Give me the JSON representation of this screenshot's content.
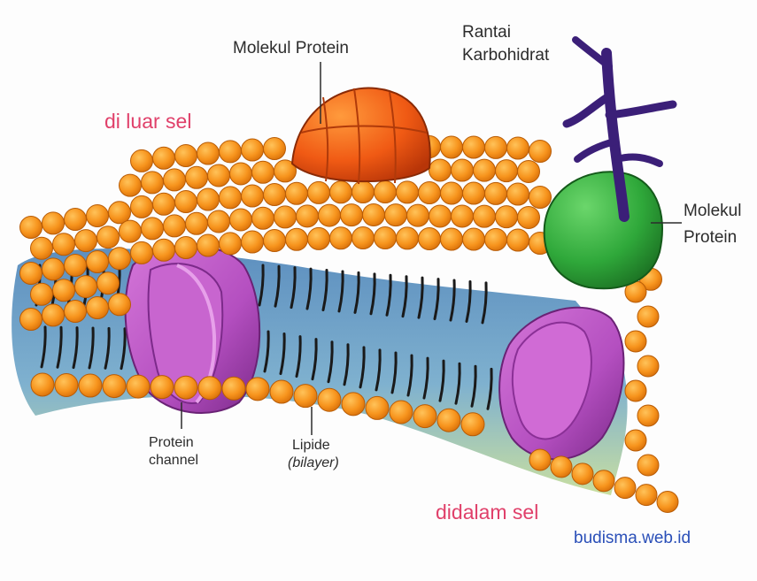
{
  "labels": {
    "molekul_protein_top": "Molekul Protein",
    "rantai_karbohidrat_line1": "Rantai",
    "rantai_karbohidrat_line2": "Karbohidrat",
    "molekul_protein_right_line1": "Molekul",
    "molekul_protein_right_line2": "Protein",
    "di_luar_sel": "di luar sel",
    "protein_channel_line1": "Protein",
    "protein_channel_line2": "channel",
    "lipide_line1": "Lipide",
    "lipide_line2": "(bilayer)",
    "didalam_sel": "didalam sel",
    "watermark": "budisma.web.id"
  },
  "colors": {
    "phospholipid_head": "#f7941d",
    "membrane_interior": "#6f9fc4",
    "protein_orange": "#f05a14",
    "protein_green": "#2fa83a",
    "protein_channel": "#b44fc0",
    "carbohydrate_chain": "#4a2a8a",
    "label_red": "#e0406a",
    "label_blue": "#2a4fb8"
  }
}
